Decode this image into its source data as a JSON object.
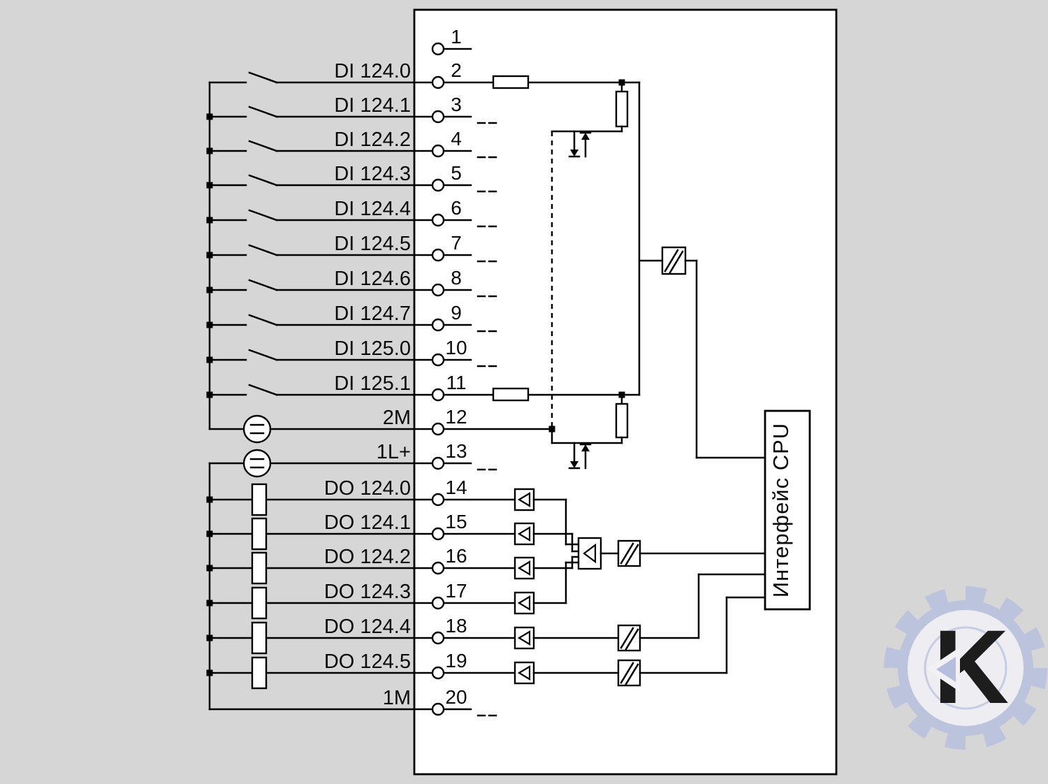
{
  "colors": {
    "background": "#d6d6d6",
    "module_fill": "#ffffff",
    "line": "#000000",
    "watermark": "#b3bcdf"
  },
  "rows": [
    {
      "terminal": "1",
      "label": ""
    },
    {
      "terminal": "2",
      "label": "DI 124.0"
    },
    {
      "terminal": "3",
      "label": "DI 124.1"
    },
    {
      "terminal": "4",
      "label": "DI 124.2"
    },
    {
      "terminal": "5",
      "label": "DI 124.3"
    },
    {
      "terminal": "6",
      "label": "DI 124.4"
    },
    {
      "terminal": "7",
      "label": "DI 124.5"
    },
    {
      "terminal": "8",
      "label": "DI 124.6"
    },
    {
      "terminal": "9",
      "label": "DI 124.7"
    },
    {
      "terminal": "10",
      "label": "DI 125.0"
    },
    {
      "terminal": "11",
      "label": "DI 125.1"
    },
    {
      "terminal": "12",
      "label": "2M"
    },
    {
      "terminal": "13",
      "label": "1L+"
    },
    {
      "terminal": "14",
      "label": "DO 124.0"
    },
    {
      "terminal": "15",
      "label": "DO 124.1"
    },
    {
      "terminal": "16",
      "label": "DO 124.2"
    },
    {
      "terminal": "17",
      "label": "DO 124.3"
    },
    {
      "terminal": "18",
      "label": "DO 124.4"
    },
    {
      "terminal": "19",
      "label": "DO 124.5"
    },
    {
      "terminal": "20",
      "label": "1M"
    }
  ],
  "cpu": {
    "label": "Интерфейс CPU"
  },
  "watermark": {
    "letter": "K"
  }
}
